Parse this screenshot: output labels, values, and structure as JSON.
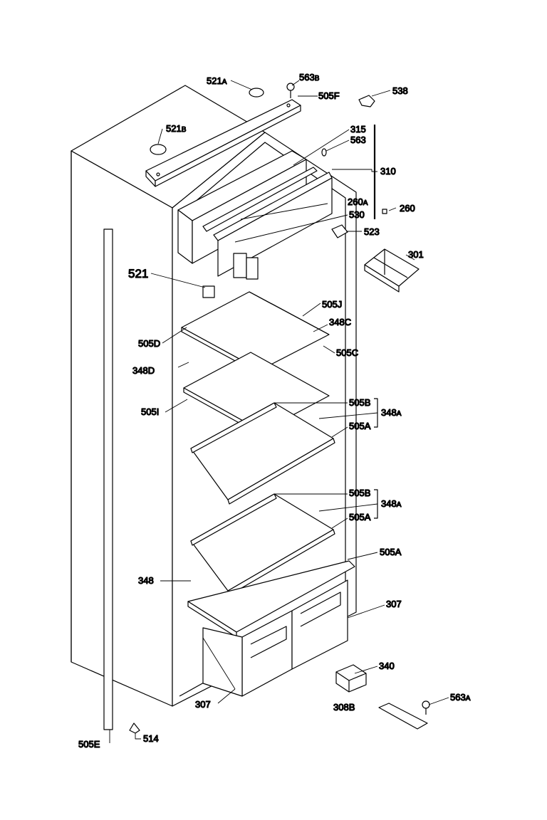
{
  "labels": [
    {
      "id": "521A",
      "main": "521",
      "suffix": "A"
    },
    {
      "id": "563B",
      "main": "563",
      "suffix": "B"
    },
    {
      "id": "505F",
      "main": "505F",
      "suffix": ""
    },
    {
      "id": "538",
      "main": "538",
      "suffix": ""
    },
    {
      "id": "521B",
      "main": "521",
      "suffix": "B"
    },
    {
      "id": "315",
      "main": "315",
      "suffix": ""
    },
    {
      "id": "563",
      "main": "563",
      "suffix": ""
    },
    {
      "id": "310",
      "main": "310",
      "suffix": ""
    },
    {
      "id": "260A",
      "main": "260",
      "suffix": "A"
    },
    {
      "id": "260",
      "main": "260",
      "suffix": ""
    },
    {
      "id": "530",
      "main": "530",
      "suffix": ""
    },
    {
      "id": "523",
      "main": "523",
      "suffix": ""
    },
    {
      "id": "301",
      "main": "301",
      "suffix": ""
    },
    {
      "id": "521",
      "main": "521",
      "suffix": ""
    },
    {
      "id": "505J",
      "main": "505J",
      "suffix": ""
    },
    {
      "id": "348C",
      "main": "348C",
      "suffix": ""
    },
    {
      "id": "505D",
      "main": "505D",
      "suffix": ""
    },
    {
      "id": "505C",
      "main": "505C",
      "suffix": ""
    },
    {
      "id": "348D",
      "main": "348D",
      "suffix": ""
    },
    {
      "id": "505I",
      "main": "505I",
      "suffix": ""
    },
    {
      "id": "505B-1",
      "main": "505B",
      "suffix": ""
    },
    {
      "id": "348A-1",
      "main": "348",
      "suffix": "A"
    },
    {
      "id": "505A-1",
      "main": "505A",
      "suffix": ""
    },
    {
      "id": "505B-2",
      "main": "505B",
      "suffix": ""
    },
    {
      "id": "348A-2",
      "main": "348",
      "suffix": "A"
    },
    {
      "id": "505A-2",
      "main": "505A",
      "suffix": ""
    },
    {
      "id": "505A-3",
      "main": "505A",
      "suffix": ""
    },
    {
      "id": "348",
      "main": "348",
      "suffix": ""
    },
    {
      "id": "307-1",
      "main": "307",
      "suffix": ""
    },
    {
      "id": "340",
      "main": "340",
      "suffix": ""
    },
    {
      "id": "308B",
      "main": "308B",
      "suffix": ""
    },
    {
      "id": "563A",
      "main": "563",
      "suffix": "A"
    },
    {
      "id": "307-2",
      "main": "307",
      "suffix": ""
    },
    {
      "id": "505E",
      "main": "505E",
      "suffix": ""
    },
    {
      "id": "514",
      "main": "514",
      "suffix": ""
    }
  ]
}
